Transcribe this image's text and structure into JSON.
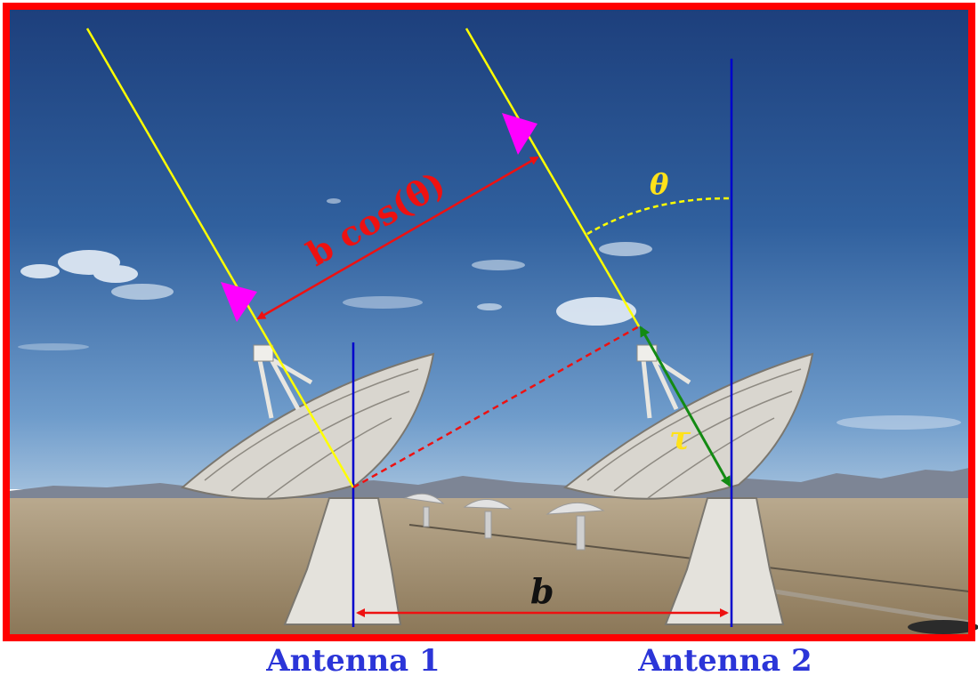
{
  "labels": {
    "antenna1": "Antenna 1",
    "antenna2": "Antenna 2",
    "baseline": "b",
    "projected_baseline": "b cos(θ)",
    "angle": "θ",
    "delay": "τ"
  },
  "colors": {
    "frame": "#ff0000",
    "ray": "#ffff00",
    "arrowhead": "#ff00ff",
    "vertical": "#0000cc",
    "measure": "#ee1111",
    "delay_arrow": "#138a13",
    "label_blue": "#2b35d8",
    "label_yellow": "#ffe21a"
  }
}
